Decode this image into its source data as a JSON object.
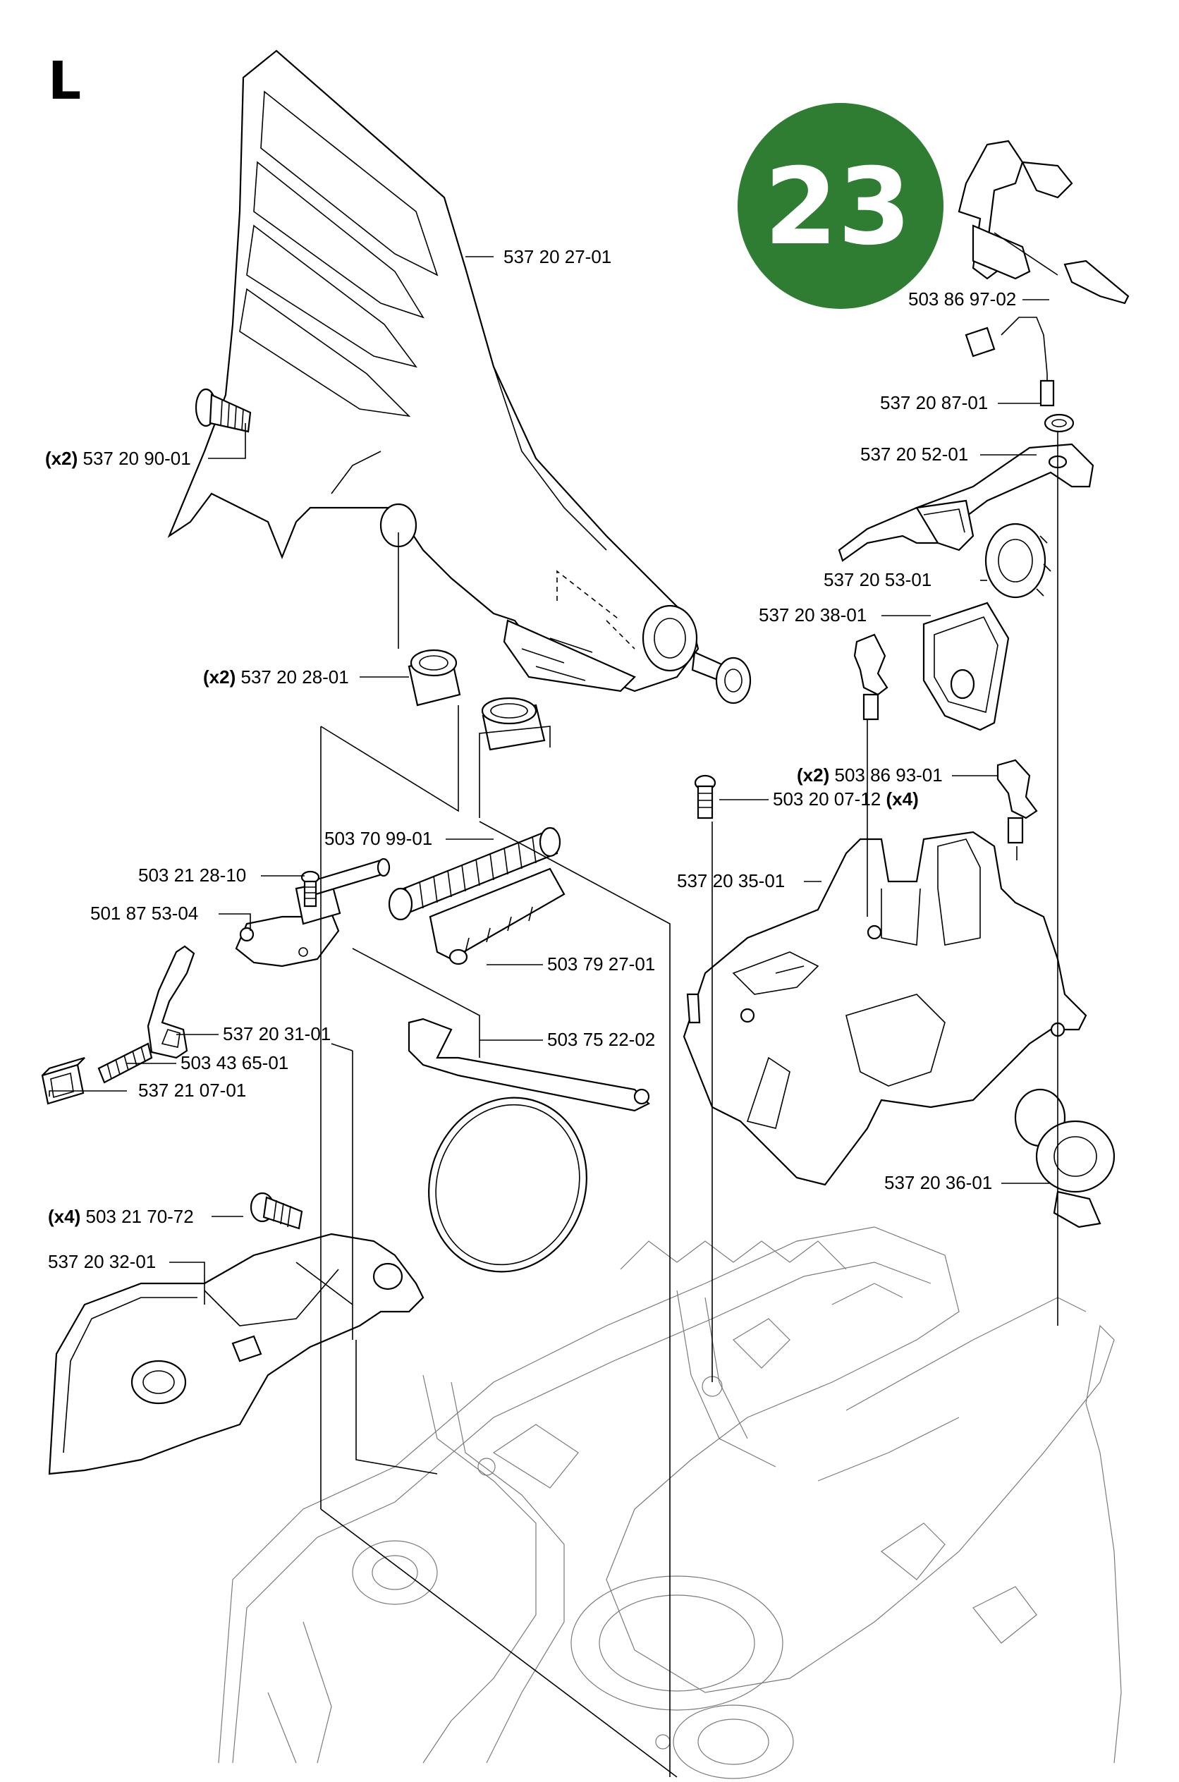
{
  "section_letter": "L",
  "badge": {
    "number": "23",
    "color": "#2e7d32"
  },
  "parts": {
    "p5372027": {
      "number": "537 20 27-01"
    },
    "p5372090": {
      "qty": "(x2)",
      "number": "537 20 90-01"
    },
    "p5372028": {
      "qty": "(x2)",
      "number": "537 20 28-01"
    },
    "p5037099": {
      "number": "503 70 99-01"
    },
    "p5032128": {
      "number": "503 21 28-10"
    },
    "p5018753": {
      "number": "501 87 53-04"
    },
    "p5037927": {
      "number": "503 79 27-01"
    },
    "p5372031": {
      "number": "537 20 31-01"
    },
    "p5034365": {
      "number": "503 43 65-01"
    },
    "p5372107": {
      "number": "537 21 07-01"
    },
    "p5037522": {
      "number": "503 75 22-02"
    },
    "p5032170": {
      "qty": "(x4)",
      "number": "503 21 70-72"
    },
    "p5372032": {
      "number": "537 20 32-01"
    },
    "p5038697": {
      "number": "503 86 97-02"
    },
    "p5372087": {
      "number": "537 20 87-01"
    },
    "p5372052": {
      "number": "537 20 52-01"
    },
    "p5372053": {
      "number": "537 20 53-01"
    },
    "p5372038": {
      "number": "537 20 38-01"
    },
    "p5038693": {
      "qty": "(x2)",
      "number": "503 86 93-01"
    },
    "p5032007": {
      "number": "503 20 07-12",
      "qty": "(x4)"
    },
    "p5372035": {
      "number": "537 20 35-01"
    },
    "p5372036": {
      "number": "537 20 36-01"
    }
  }
}
